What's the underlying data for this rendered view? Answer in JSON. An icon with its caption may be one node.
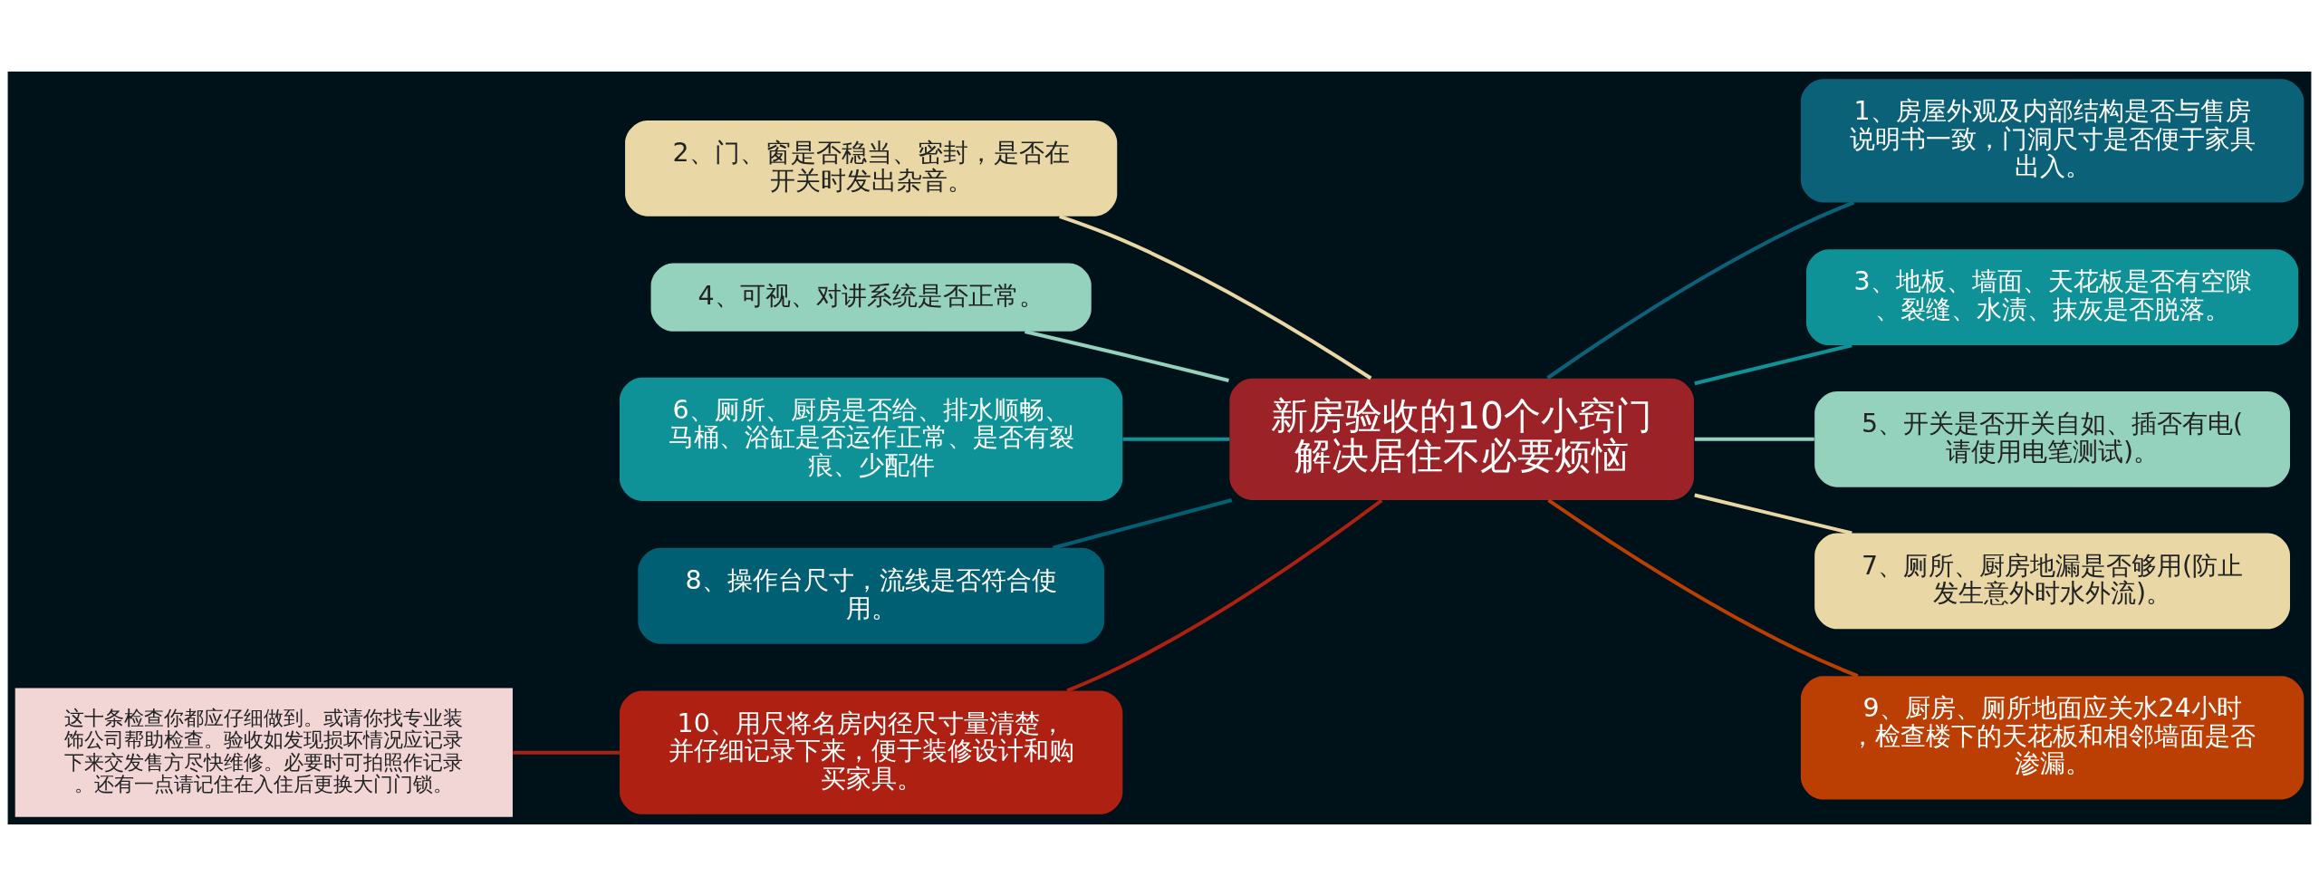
{
  "diagram": {
    "nodes": [
      {
        "text": [
          "新房验收的10个小窍门解决居住不必要烦恼"
        ]
      },
      {
        "text": [
          "1、房屋外观及内部结构是否与售房说明书一致，门洞尺寸是否便于家具出入。"
        ]
      },
      {
        "text": [
          "2、门、窗是否稳当、密封，是否在开关时发出杂音。"
        ]
      },
      {
        "text": [
          "3、地板、墙面、天花板是否有空隙、裂缝、水渍、抹灰是否脱落。"
        ]
      },
      {
        "text": [
          "4、可视、对讲系统是否正常。"
        ]
      },
      {
        "text": [
          "5、开关是否开关自如、插否有电(请使用电笔测试)。"
        ]
      },
      {
        "text": [
          "6、厕所、厨房是否给、排水顺畅、马桶、浴缸是否运作正常、是否有裂痕、少配件"
        ]
      },
      {
        "text": [
          "7、厕所、厨房地漏是否够用(防止发生意外时水外流)。"
        ]
      },
      {
        "text": [
          "8、操作台尺寸，流线是否符合使用。"
        ]
      },
      {
        "text": [
          "9、厨房、厕所地面应关水24小时，检查楼下的天花板和相邻墙面是否渗漏。"
        ]
      },
      {
        "text": [
          "10、用尺将名房内径尺寸量清楚，并仔细记录下来，便于装修设计和购买家具。"
        ]
      },
      {
        "text": [
          "这十条检查你都应仔细做到。或请你找专业装饰公司帮助检查。验收如发现损坏情况应记录下来交发售方尽快维修。必要时可拍照作记录。还有一点请记住在入住后更换大门门锁。"
        ]
      }
    ],
    "edges": [
      {
        "from": 0,
        "to": 1,
        "arrow": "none",
        "color": "#0b6178"
      },
      {
        "from": 2,
        "to": 0,
        "arrow": "none",
        "color": "#e9d8a6"
      },
      {
        "from": 0,
        "to": 3,
        "arrow": "none",
        "color": "#0e9297"
      },
      {
        "from": 4,
        "to": 0,
        "arrow": "none",
        "color": "#94d2bd"
      },
      {
        "from": 0,
        "to": 5,
        "arrow": "none",
        "color": "#94d2bd"
      },
      {
        "from": 6,
        "to": 0,
        "arrow": "none",
        "color": "#0e9297"
      },
      {
        "from": 0,
        "to": 7,
        "arrow": "none",
        "color": "#e9d8a6"
      },
      {
        "from": 8,
        "to": 0,
        "arrow": "none",
        "color": "#005f73"
      },
      {
        "from": 0,
        "to": 9,
        "arrow": "none",
        "color": "#bb3e03"
      },
      {
        "from": 10,
        "to": 0,
        "arrow": "none",
        "color": "#ae2012"
      },
      {
        "from": 11,
        "to": 10,
        "arrow": "none",
        "color": "#ae2012"
      }
    ]
  }
}
